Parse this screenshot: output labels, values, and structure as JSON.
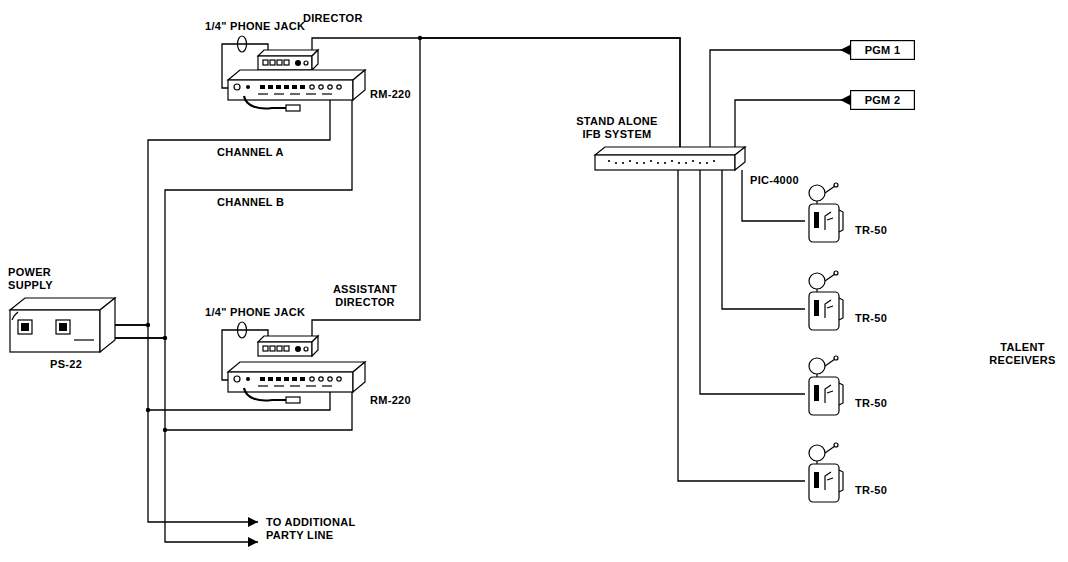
{
  "diagram": {
    "nodes": [
      {
        "text": [
          "POWER SUPPLY",
          "PS-22"
        ]
      },
      {
        "text": [
          "DIRECTOR"
        ]
      },
      {
        "text": [
          "RM-220"
        ]
      },
      {
        "text": [
          "ASSISTANT DIRECTOR"
        ]
      },
      {
        "text": [
          "RM-220"
        ]
      },
      {
        "text": [
          "STAND ALONE IFB SYSTEM",
          "PIC-4000"
        ]
      },
      {
        "text": [
          "PGM 1"
        ]
      },
      {
        "text": [
          "PGM 2"
        ]
      },
      {
        "text": [
          "TR-50"
        ]
      },
      {
        "text": [
          "TR-50"
        ]
      },
      {
        "text": [
          "TR-50"
        ]
      },
      {
        "text": [
          "TR-50"
        ]
      }
    ],
    "edges": [
      {
        "from": 1,
        "to": 2,
        "arrow": "none"
      },
      {
        "from": 3,
        "to": 4,
        "arrow": "none"
      },
      {
        "from": 1,
        "to": 5,
        "arrow": "none"
      },
      {
        "from": 3,
        "to": 5,
        "arrow": "none"
      },
      {
        "from": 0,
        "to": 2,
        "label": "CHANNEL A",
        "arrow": "none"
      },
      {
        "from": 0,
        "to": 2,
        "label": "CHANNEL B",
        "arrow": "none"
      },
      {
        "from": 0,
        "to": 4,
        "arrow": "none"
      },
      {
        "from": 0,
        "to": 4,
        "arrow": "none"
      },
      {
        "from": 5,
        "to": 6,
        "arrow": "to"
      },
      {
        "from": 5,
        "to": 7,
        "arrow": "to"
      },
      {
        "from": 5,
        "to": 8,
        "arrow": "none"
      },
      {
        "from": 5,
        "to": 9,
        "arrow": "none"
      },
      {
        "from": 5,
        "to": 10,
        "arrow": "none"
      },
      {
        "from": 5,
        "to": 11,
        "arrow": "none"
      }
    ],
    "labels": [
      "1/4\" PHONE JACK",
      "1/4\" PHONE JACK",
      "TO ADDITIONAL PARTY LINE",
      "TALENT RECEIVERS"
    ]
  }
}
